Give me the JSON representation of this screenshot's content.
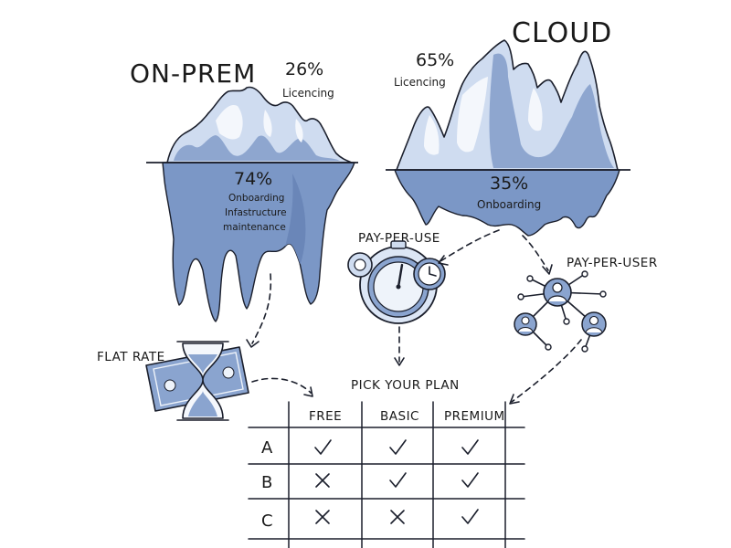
{
  "on_prem": {
    "title": "ON-PREM",
    "licencing_pct": "26%",
    "licencing_label": "Licencing",
    "hidden_pct": "74%",
    "hidden_line1": "Onboarding",
    "hidden_line2": "Infastructure",
    "hidden_line3": "maintenance"
  },
  "cloud": {
    "title": "CLOUD",
    "licencing_pct": "65%",
    "licencing_label": "Licencing",
    "hidden_pct": "35%",
    "hidden_label": "Onboarding"
  },
  "pricing_models": {
    "pay_per_use": "PAY-PER-USE",
    "pay_per_user": "PAY-PER-USER",
    "flat_rate": "FLAT RATE"
  },
  "plan_table": {
    "title": "PICK YOUR PLAN",
    "columns": [
      "FREE",
      "BASIC",
      "PREMIUM"
    ],
    "rows": [
      {
        "label": "A",
        "cells": [
          "check",
          "check",
          "check"
        ]
      },
      {
        "label": "B",
        "cells": [
          "cross",
          "check",
          "check"
        ]
      },
      {
        "label": "C",
        "cells": [
          "cross",
          "cross",
          "check"
        ]
      }
    ]
  },
  "icons": [
    "iceberg-icon",
    "stopwatch-icon",
    "clock-icon",
    "users-network-icon",
    "dollar-bill-icon",
    "hourglass-icon",
    "check-icon",
    "cross-icon"
  ],
  "colors": {
    "ice_light": "#cfdcf0",
    "ice_shadow": "#8ea6cf",
    "ice_underwater": "#7b97c6",
    "ink": "#1b1f2c"
  }
}
